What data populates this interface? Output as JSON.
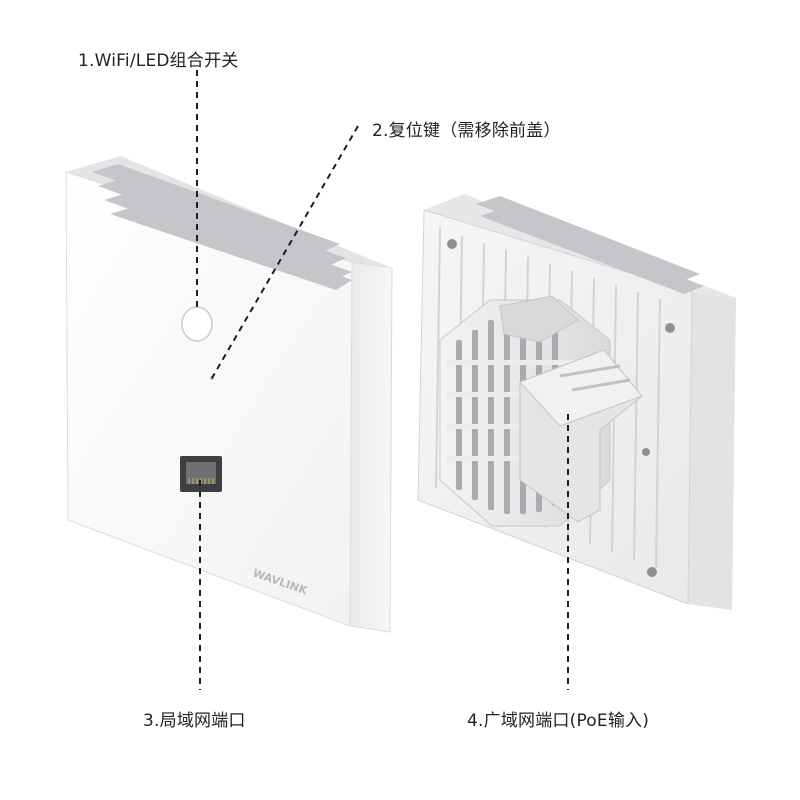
{
  "labels": {
    "switch": "1.WiFi/LED组合开关",
    "reset": "2.复位键（需移除前盖）",
    "lan": "3.局域网端口",
    "wan": "4.广域网端口(PoE输入)"
  },
  "brand": "WAVLINK"
}
